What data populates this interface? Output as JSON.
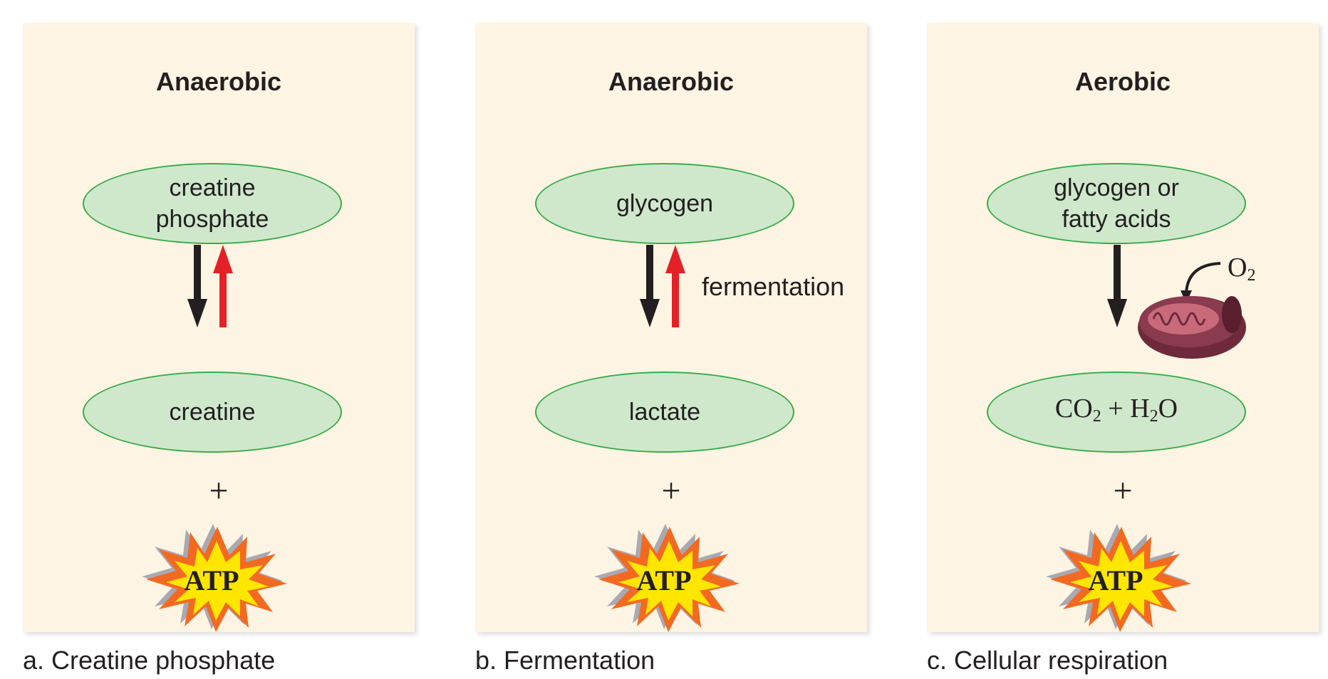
{
  "panels": [
    {
      "heading": "Anaerobic",
      "top_oval": [
        "creatine",
        "phosphate"
      ],
      "bottom_oval": "creatine",
      "plus": "+",
      "atp": "ATP",
      "caption": "a. Creatine phosphate"
    },
    {
      "heading": "Anaerobic",
      "top_oval": "glycogen",
      "arrow_label": "fermentation",
      "bottom_oval": "lactate",
      "plus": "+",
      "atp": "ATP",
      "caption": "b. Fermentation"
    },
    {
      "heading": "Aerobic",
      "top_oval": [
        "glycogen or",
        "fatty acids"
      ],
      "oxygen": {
        "base": "O",
        "sub": "2"
      },
      "bottom_oval": {
        "co2_base": "CO",
        "co2_sub": "2",
        "plus": " + ",
        "h2o_h": "H",
        "h2o_sub": "2",
        "h2o_o": "O"
      },
      "plus": "+",
      "atp": "ATP",
      "caption": "c. Cellular respiration"
    }
  ],
  "colors": {
    "panel_bg": "#fdf4e3",
    "oval_fill": "#cfe8cc",
    "oval_border": "#3aab4a",
    "arrow_down": "#231f20",
    "arrow_up": "#e42127",
    "atp_star_outer": "#f26a21",
    "atp_star_inner": "#ffe600",
    "mitochondrion": "#8a3b4f"
  },
  "icons": [
    "down-arrow-icon",
    "up-arrow-icon",
    "atp-burst-icon",
    "mitochondrion-icon",
    "curved-arrow-icon"
  ]
}
